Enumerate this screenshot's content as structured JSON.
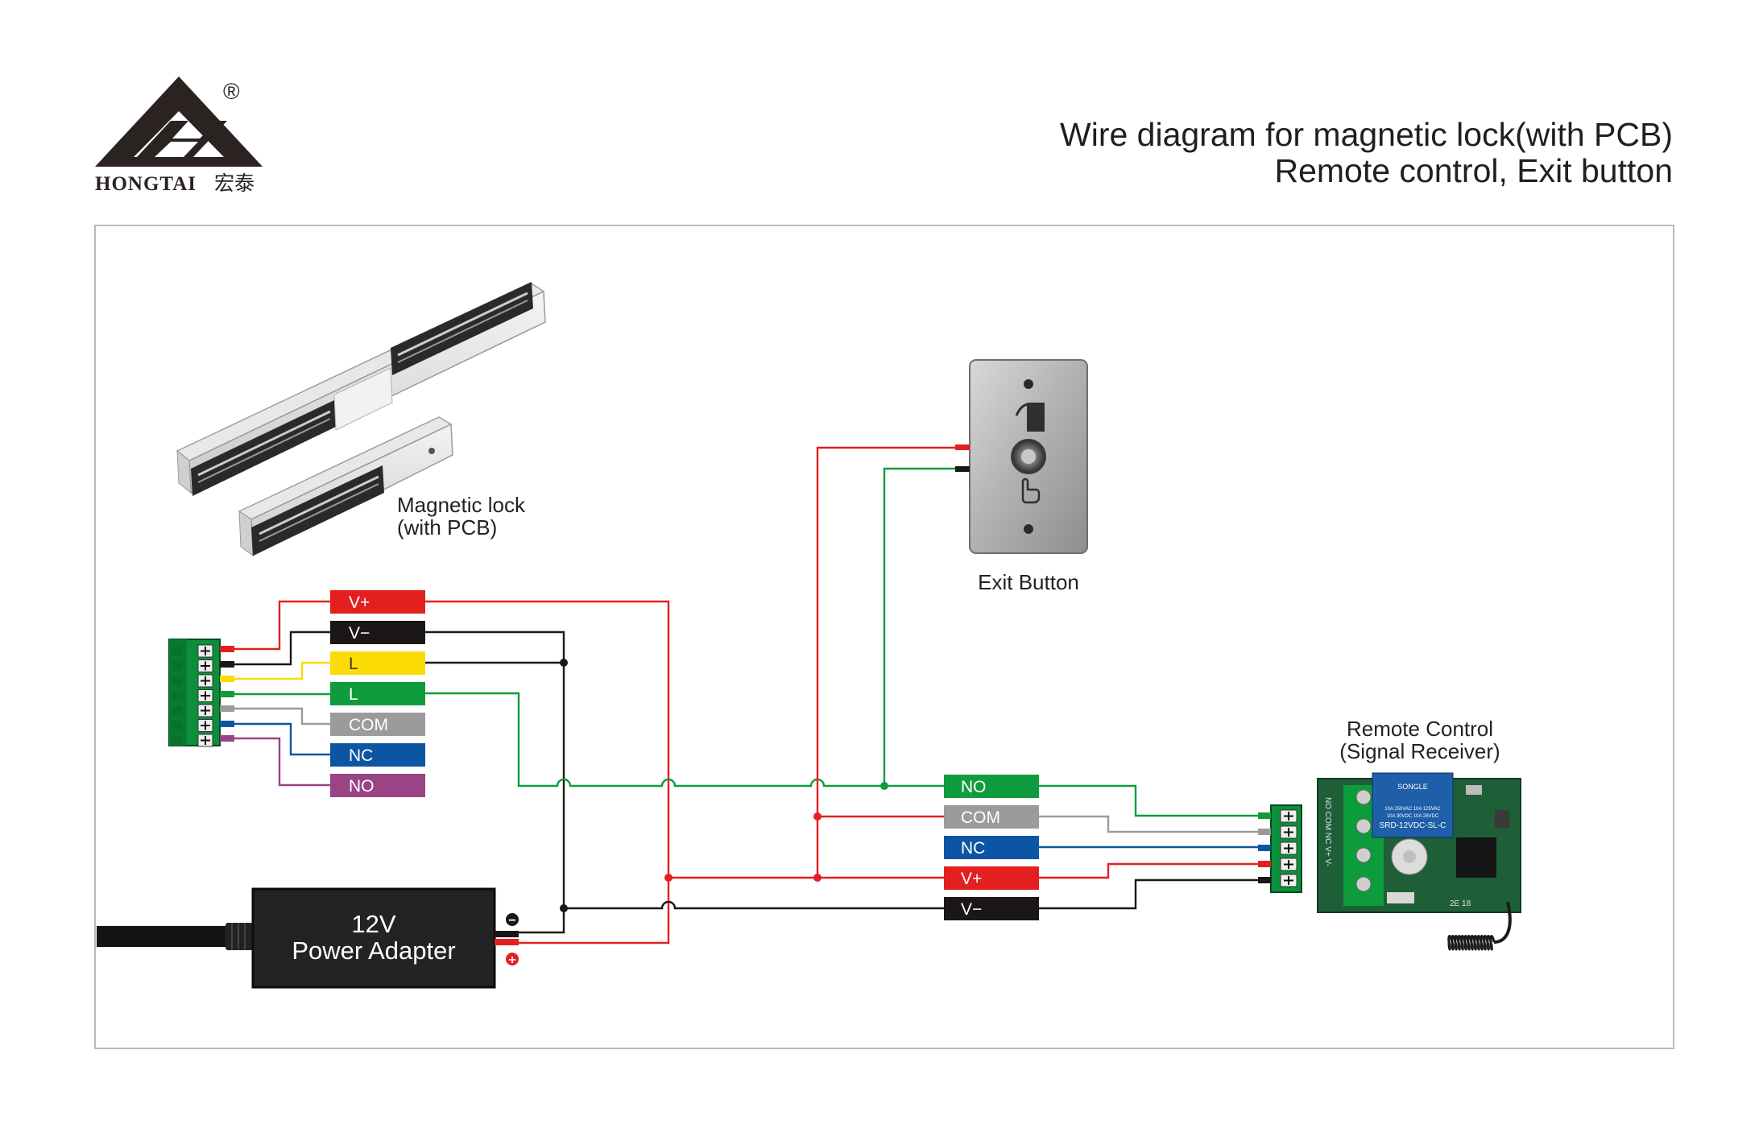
{
  "brand": {
    "name": "HONGTAI",
    "chinese": "宏泰",
    "registered": "®"
  },
  "title": {
    "line1": "Wire diagram for magnetic lock(with PCB)",
    "line2": "Remote control, Exit button"
  },
  "components": {
    "magnetic_lock": {
      "line1": "Magnetic lock",
      "line2": "(with PCB)"
    },
    "exit_button": {
      "label": "Exit Button"
    },
    "remote_control": {
      "line1": "Remote Control",
      "line2": "(Signal Receiver)"
    },
    "power_adapter": {
      "line1": "12V",
      "line2": "Power Adapter",
      "minus": "−",
      "plus": "+"
    },
    "relay": {
      "brand": "SONGLE",
      "spec1": "10A 250VAC 10A 125VAC",
      "spec2": "10A 30VDC 10A 28VDC",
      "model": "SRD-12VDC-SL-C",
      "pins": "NO COM NC V+ V-",
      "bottom": "2E 18"
    }
  },
  "lock_terminals": [
    {
      "label": "V+",
      "color": "#e3201f"
    },
    {
      "label": "V−",
      "color": "#1a1716"
    },
    {
      "label": "L",
      "color": "#fbdc06"
    },
    {
      "label": "L",
      "color": "#109b3e"
    },
    {
      "label": "COM",
      "color": "#9b9b9b"
    },
    {
      "label": "NC",
      "color": "#0c55a3"
    },
    {
      "label": "NO",
      "color": "#994484"
    }
  ],
  "receiver_terminals": [
    {
      "label": "NO",
      "color": "#109b3e"
    },
    {
      "label": "COM",
      "color": "#9b9b9b"
    },
    {
      "label": "NC",
      "color": "#0c55a3"
    },
    {
      "label": "V+",
      "color": "#e3201f"
    },
    {
      "label": "V−",
      "color": "#1a1716"
    }
  ]
}
